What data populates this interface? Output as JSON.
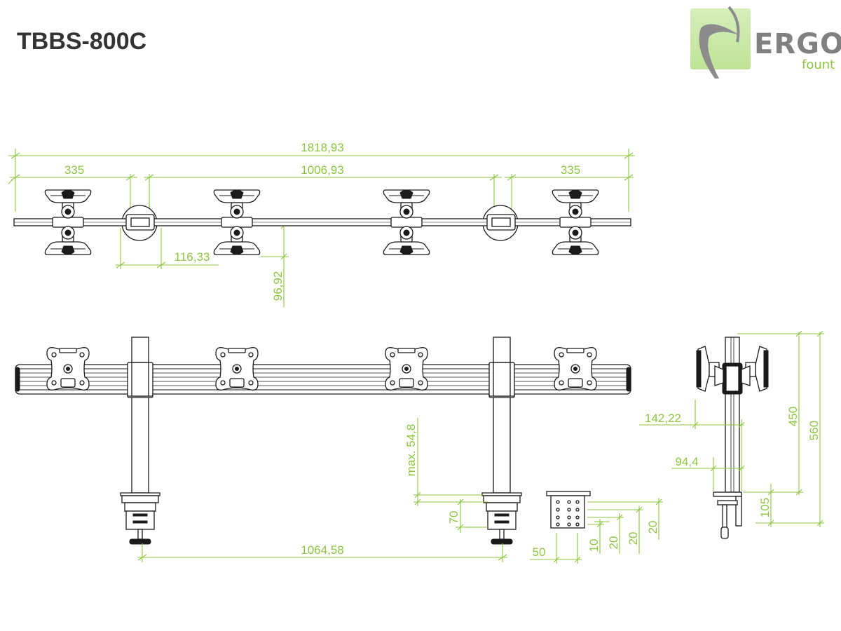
{
  "header": {
    "title": "TBBS-800C"
  },
  "logo": {
    "brand": "ERGO",
    "sub": "fount"
  },
  "colors": {
    "dimension": "#8cc63f",
    "line": "#1a1a1a",
    "title": "#333333",
    "logo_text": "#808080",
    "logo_box": "#c9e8a6"
  },
  "dimensions": {
    "top_total": "1818,93",
    "top_left_span": "335",
    "top_middle_span": "1006,93",
    "top_right_span": "335",
    "top_pole_offset": "116,33",
    "top_depth": "96,92",
    "front_pole_distance": "1064,58",
    "front_max_desk": "max. 54,8",
    "front_clamp_height": "70",
    "plate_width": "50",
    "plate_step_1": "10",
    "plate_step_2": "20",
    "plate_step_3": "20",
    "plate_step_4": "20",
    "side_depth_1": "142,22",
    "side_depth_2": "94,4",
    "side_height_1": "450",
    "side_height_2": "560",
    "side_height_3": "105"
  }
}
